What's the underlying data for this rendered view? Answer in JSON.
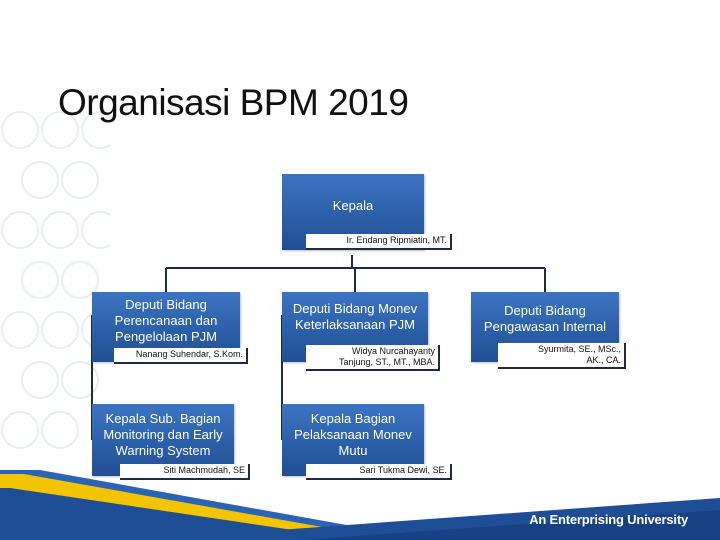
{
  "title": "Organisasi BPM 2019",
  "org": {
    "head": {
      "role": "Kepala",
      "name": "Ir. Endang Ripmiatin, MT."
    },
    "deputies": [
      {
        "role": "Deputi Bidang Perencanaan dan Pengelolaan PJM",
        "name": "Nanang Suhendar, S.Kom."
      },
      {
        "role": "Deputi Bidang Monev Keterlaksanaan PJM",
        "name_line1": "Widya Nurcahayanty",
        "name_line2": "Tanjung, ST., MT., MBA."
      },
      {
        "role": "Deputi Bidang Pengawasan Internal",
        "name_line1": "Syurmita, SE., MSc.,",
        "name_line2": "AK., CA."
      }
    ],
    "sub_units": [
      {
        "role": "Kepala Sub. Bagian Monitoring dan Early Warning System",
        "name": "Siti Machmudah, SE"
      },
      {
        "role": "Kepala Bagian Pelaksanaan Monev Mutu",
        "name": "Sari Tukma Dewi, SE."
      }
    ]
  },
  "footer": {
    "tagline": "An Enterprising University"
  },
  "colors": {
    "box_blue": "#2a5da6",
    "connector": "#1f2a44",
    "footer_blue": "#1d4e96",
    "footer_yellow": "#f2c500"
  }
}
